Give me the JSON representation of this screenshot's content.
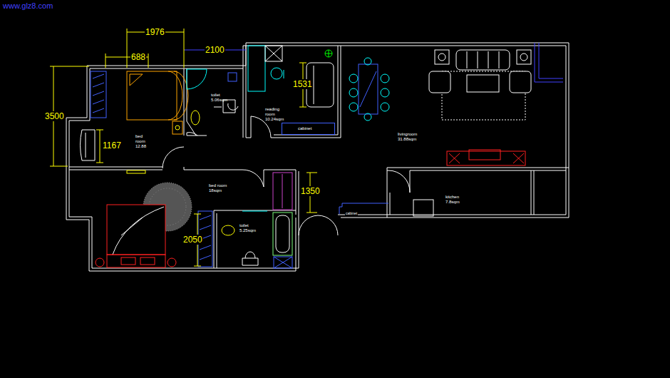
{
  "diagram": {
    "nodes": [
      {
        "text": [
          "bed room 12.88"
        ]
      },
      {
        "text": [
          "toilet 5.06sqm"
        ]
      },
      {
        "text": [
          "reading room 10.24sqm"
        ]
      },
      {
        "text": [
          "cabinet"
        ],
        "in": 2
      },
      {
        "text": [
          "livingroom 31.88sqm"
        ]
      },
      {
        "text": [
          "kitchen 7.8sqm"
        ]
      },
      {
        "text": [
          "bed room 18sqm"
        ]
      },
      {
        "text": [
          "toilet 5.25sqm"
        ]
      }
    ],
    "labels": [
      "www.glz8.com",
      "1976",
      "688",
      "2100",
      "3500",
      "1531",
      "1167",
      "1350",
      "2050",
      "cabinet"
    ]
  }
}
